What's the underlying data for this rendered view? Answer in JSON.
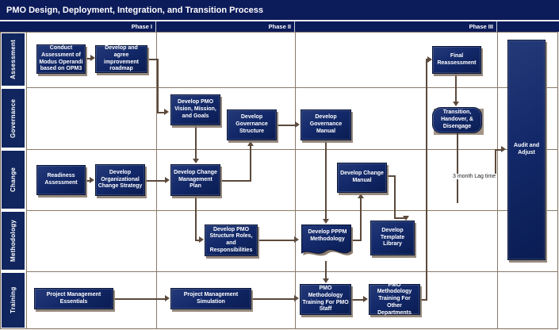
{
  "title": "PMO Design, Deployment, Integration, and Transition Process",
  "phase_header": {
    "phase1": "Phase I",
    "phase2": "Phase II",
    "phase3": "Phase III"
  },
  "lanes": {
    "assessment": "Assessment",
    "governance": "Governance",
    "change": "Change",
    "methodology": "Methodology",
    "training": "Training"
  },
  "boxes": {
    "conduct_assessment": "Conduct Assessment of Modus Operandi based on OPM3",
    "improvement_roadmap": "Develop and agree improvement roadmap",
    "final_reassessment": "Final Reassessment",
    "pmo_vision": "Develop PMO Vision, Mission, and Goals",
    "governance_structure": "Develop Governance Structure",
    "governance_manual": "Develop Governance Manual",
    "transition_handover": "Transition, Handover, & Disengage",
    "readiness_assessment": "Readiness Assessment",
    "org_change_strategy": "Develop Organizational Change Strategy",
    "change_mgmt_plan": "Develop Change Management Plan",
    "change_manual": "Develop Change Manual",
    "pmo_structure_roles": "Develop PMO Structure Roles, and Responsibilities",
    "pppm_methodology": "Develop PPPM Methodology",
    "template_library": "Develop Template Library",
    "pm_essentials": "Project Management Essentials",
    "pm_simulation": "Project Management Simulation",
    "training_pmo_staff": "PMO Methodology Training For PMO Staff",
    "training_other_departments": "PMO Methodology Training For Other Departments",
    "audit_adjust": "Audit and Adjust"
  },
  "annotations": {
    "lag_time": "3 month Lag time"
  },
  "colors": {
    "navy_header": "#0c1b5a",
    "box_fill": "#13296a",
    "grid_line": "#8a7a6a",
    "connector": "#5c4a3c",
    "shadow": "#8b7c6f"
  }
}
